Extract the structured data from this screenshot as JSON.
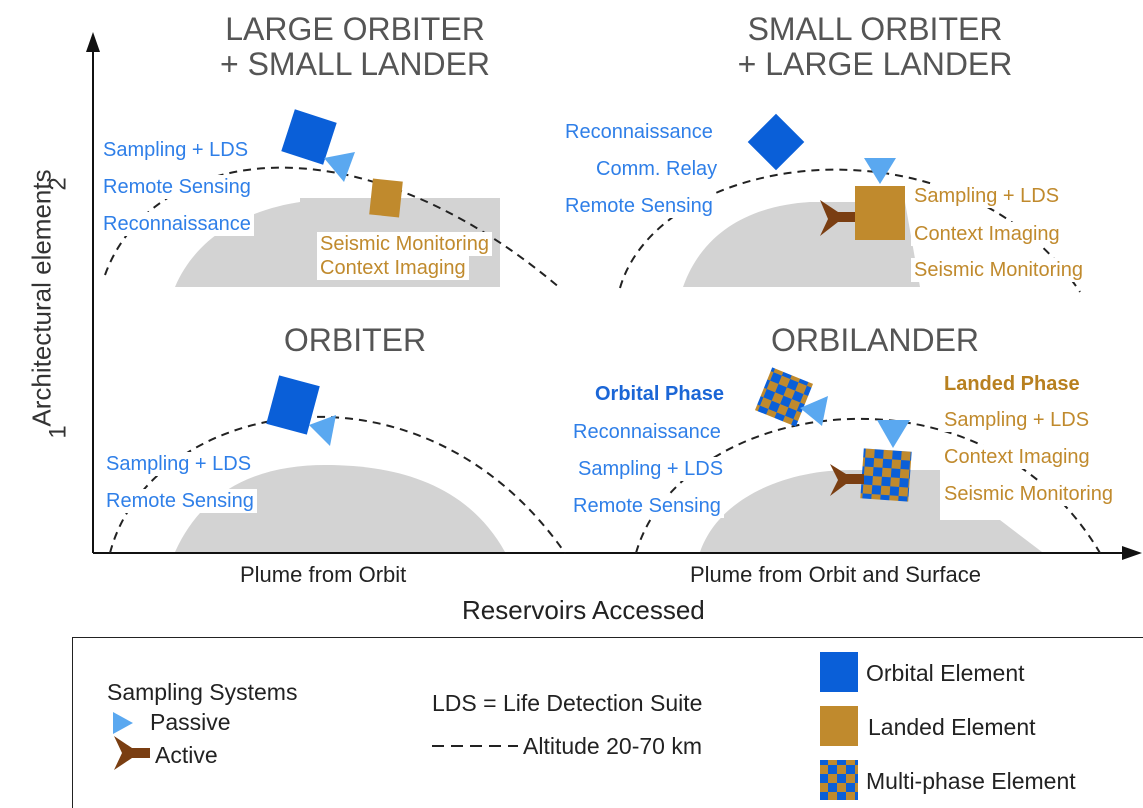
{
  "axes": {
    "y_label": "Architectural elements",
    "y_ticks": [
      "2",
      "1"
    ],
    "x_label": "Reservoirs Accessed",
    "x_categories": [
      "Plume from Orbit",
      "Plume from Orbit and Surface"
    ]
  },
  "quadrants": {
    "top_left": {
      "title_line1": "LARGE ORBITER",
      "title_line2": "+ SMALL LANDER",
      "orbital_labels": [
        "Sampling + LDS",
        "Remote Sensing",
        "Reconnaissance"
      ],
      "landed_labels": [
        "Seismic Monitoring",
        "Context Imaging"
      ]
    },
    "top_right": {
      "title_line1": "SMALL ORBITER",
      "title_line2": "+ LARGE LANDER",
      "orbital_labels": [
        "Reconnaissance",
        "Comm. Relay",
        "Remote Sensing"
      ],
      "landed_labels": [
        "Sampling + LDS",
        "Context Imaging",
        "Seismic Monitoring"
      ]
    },
    "bottom_left": {
      "title": "ORBITER",
      "orbital_labels": [
        "Sampling + LDS",
        "Remote Sensing"
      ]
    },
    "bottom_right": {
      "title": "ORBILANDER",
      "orbital_phase_title": "Orbital Phase",
      "orbital_labels": [
        "Reconnaissance",
        "Sampling + LDS",
        "Remote Sensing"
      ],
      "landed_phase_title": "Landed Phase",
      "landed_labels": [
        "Sampling + LDS",
        "Context Imaging",
        "Seismic Monitoring"
      ]
    }
  },
  "legend": {
    "sampling_title": "Sampling Systems",
    "passive": "Passive",
    "active": "Active",
    "lds": "LDS = Life Detection Suite",
    "altitude": "Altitude 20-70 km",
    "orbital_element": "Orbital Element",
    "landed_element": "Landed Element",
    "multi_phase_element": "Multi-phase Element"
  },
  "colors": {
    "orbital": "#0a5fd8",
    "landed": "#c08a2d",
    "passive": "#5aa8f0",
    "active": "#7a3e12",
    "ground": "#d3d3d3",
    "text_blue": "#2f7fe8",
    "text_gold": "#c08a2d"
  },
  "icons": {
    "passive": "triangle-icon",
    "active": "horn-icon",
    "orbital": "blue-square-icon",
    "landed": "gold-square-icon",
    "multi_phase": "checkered-square-icon"
  }
}
